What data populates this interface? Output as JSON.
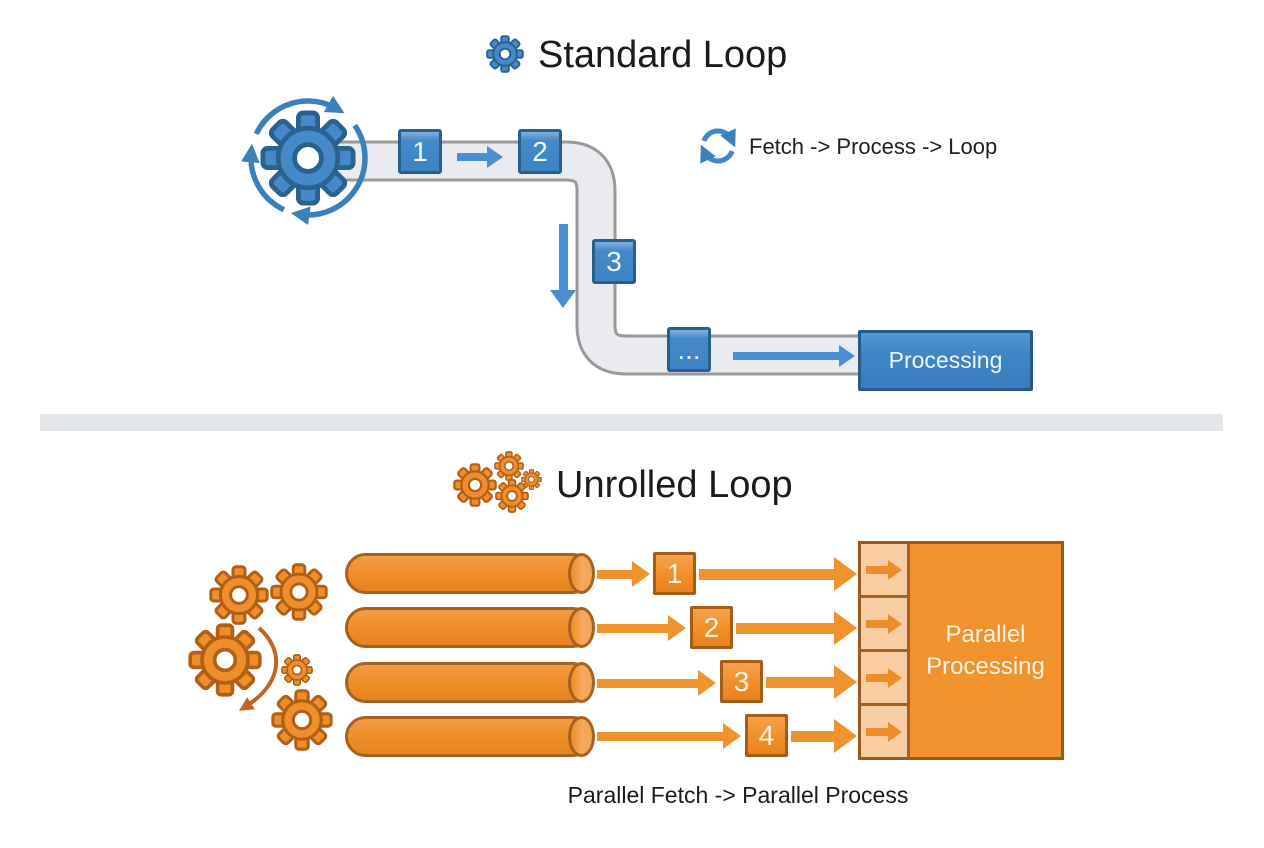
{
  "standard_loop": {
    "title": "Standard Loop",
    "legend": "Fetch -> Process -> Loop",
    "steps": [
      "1",
      "2",
      "3",
      "..."
    ],
    "processing_label": "Processing"
  },
  "unrolled_loop": {
    "title": "Unrolled Loop",
    "lanes": [
      "1",
      "2",
      "3",
      "4"
    ],
    "processing_label": [
      "Parallel",
      "Processing"
    ],
    "caption": "Parallel Fetch -> Parallel Process"
  },
  "colors": {
    "blue_fill": "#3f87c5",
    "blue_border": "#2a5f8c",
    "blue_arrow": "#4a8fd3",
    "pipe_fill": "#e9ebee",
    "pipe_edge": "#97999c",
    "orange_fill": "#f0922e",
    "orange_border": "#a8611c",
    "orange_light": "#f8cda3",
    "divider": "#e4e7ea",
    "text": "#1b1b1d"
  }
}
